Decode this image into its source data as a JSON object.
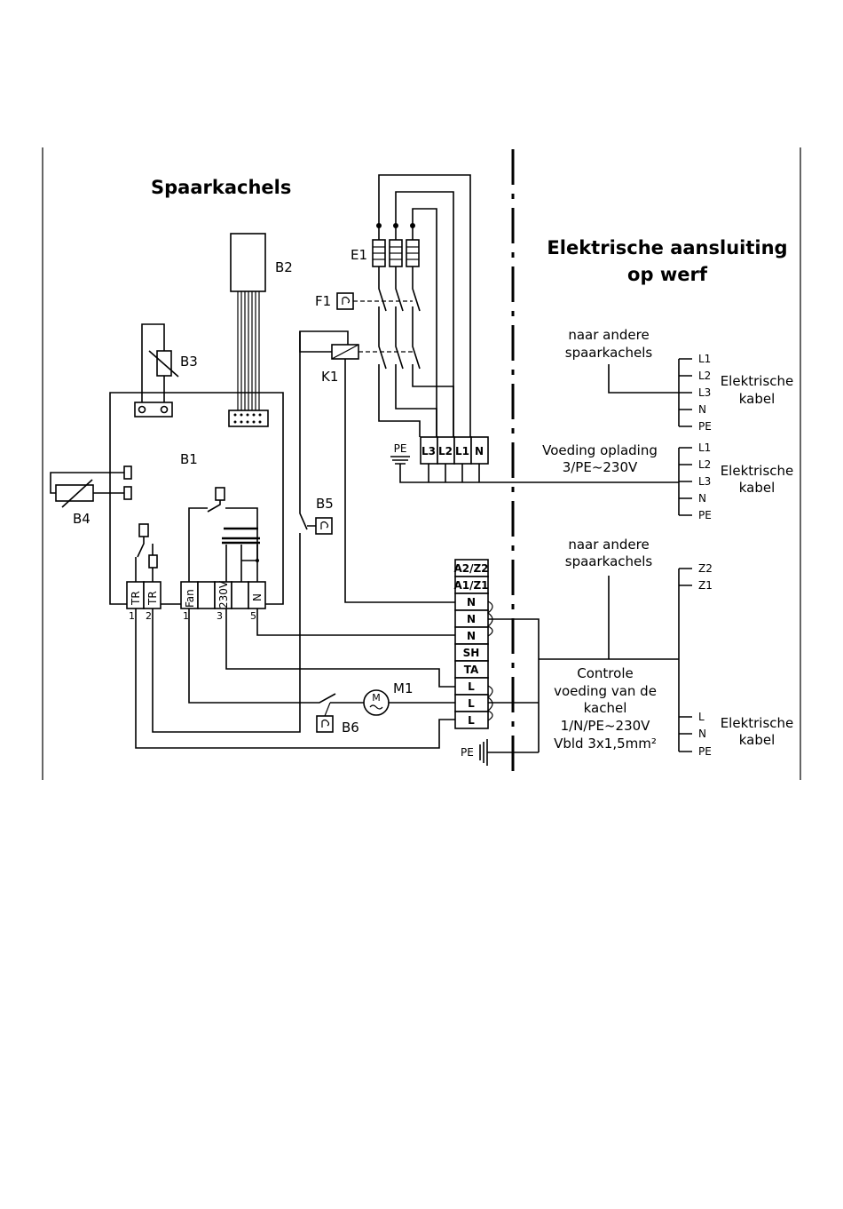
{
  "title": "Spaarkachels",
  "site_title": [
    "Elektrische aansluiting",
    "op werf"
  ],
  "components": {
    "B1": "B1",
    "B2": "B2",
    "B3": "B3",
    "B4": "B4",
    "B5": "B5",
    "B6": "B6",
    "E1": "E1",
    "F1": "F1",
    "K1": "K1",
    "M1": "M1"
  },
  "b1_terminals": {
    "tr1": "TR",
    "tr2": "TR",
    "fan": "Fan",
    "v230": "230V",
    "n": "N",
    "pin1a": "1",
    "pin2": "2",
    "pin1b": "1",
    "pin3": "3",
    "pin5": "5"
  },
  "power_terminals": [
    "L3",
    "L2",
    "L1",
    "N"
  ],
  "pe_label": "PE",
  "control_terminals": [
    "A2/Z2",
    "A1/Z1",
    "N",
    "N",
    "N",
    "SH",
    "TA",
    "L",
    "L",
    "L"
  ],
  "pe_bottom": "PE",
  "motor_symbol": "M",
  "groups": {
    "other_heaters_1": [
      "naar andere",
      "spaarkachels"
    ],
    "charging_supply": [
      "Voeding oplading",
      "3/PE~230V"
    ],
    "other_heaters_2": [
      "naar andere",
      "spaarkachels"
    ],
    "control_supply": [
      "Controle",
      "voeding van de",
      "kachel",
      "1/N/PE~230V",
      "Vbld 3x1,5mm²"
    ]
  },
  "cable_1": {
    "conductors": [
      "L1",
      "L2",
      "L3",
      "N",
      "PE"
    ],
    "label": [
      "Elektrische",
      "kabel"
    ]
  },
  "cable_2": {
    "conductors": [
      "L1",
      "L2",
      "L3",
      "N",
      "PE"
    ],
    "label": [
      "Elektrische",
      "kabel"
    ]
  },
  "cable_3": {
    "conductors": [
      "Z2",
      "Z1"
    ]
  },
  "cable_4": {
    "conductors": [
      "L",
      "N",
      "PE"
    ],
    "label": [
      "Elektrische",
      "kabel"
    ]
  }
}
